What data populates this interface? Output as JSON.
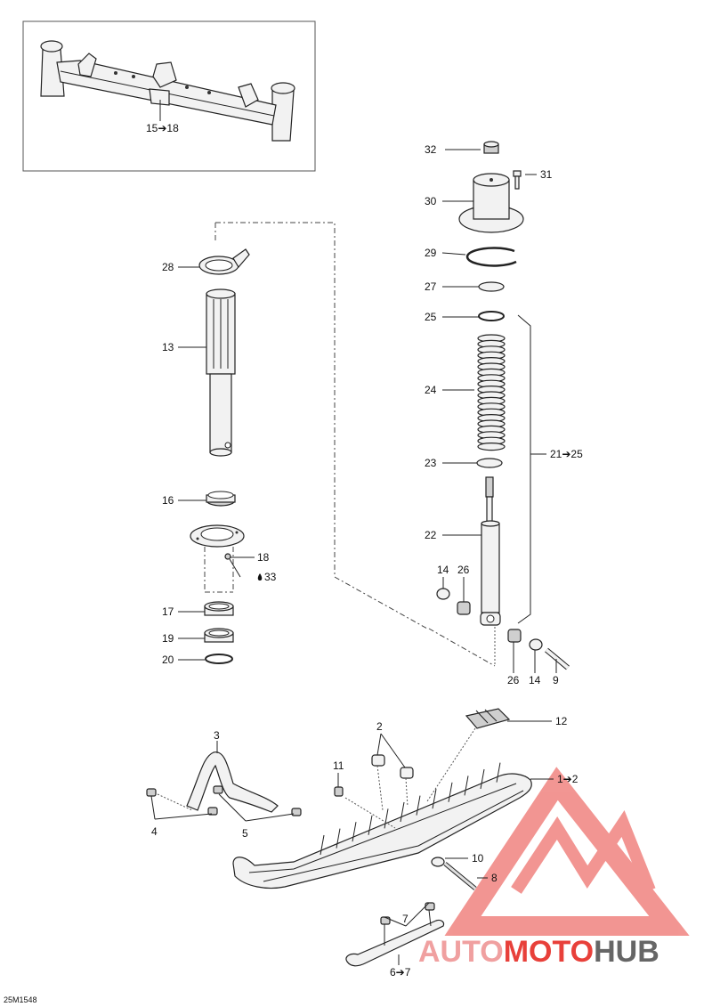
{
  "drawing_code": "25M1548",
  "inset_label": "15➔18",
  "callouts": {
    "c32": "32",
    "c31": "31",
    "c30": "30",
    "c29": "29",
    "c27": "27",
    "c25": "25",
    "c24": "24",
    "c23": "23",
    "c22": "22",
    "c21_25": "21➔25",
    "c28": "28",
    "c13": "13",
    "c16": "16",
    "c18": "18",
    "c33": "33",
    "c17": "17",
    "c19": "19",
    "c20": "20",
    "c14a": "14",
    "c26a": "26",
    "c26b": "26",
    "c14b": "14",
    "c9": "9",
    "c12": "12",
    "c3": "3",
    "c2": "2",
    "c11": "11",
    "c1_2": "1➔2",
    "c4": "4",
    "c5": "5",
    "c10": "10",
    "c8": "8",
    "c7": "7",
    "c6_7": "6➔7"
  },
  "watermark": {
    "part1": "AUTO",
    "part2": "MOTO",
    "part3": "HUB",
    "color_red": "#e8403a",
    "color_gray": "#555555"
  }
}
